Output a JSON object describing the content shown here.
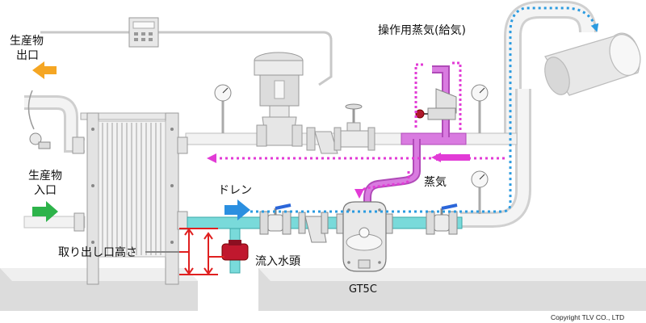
{
  "labels": {
    "product_outlet_line1": "生産物",
    "product_outlet_line2": "出口",
    "product_inlet_line1": "生産物",
    "product_inlet_line2": "入口",
    "motive_steam": "操作用蒸気(給気)",
    "steam": "蒸気",
    "drain": "ドレン",
    "outlet_height": "取り出し口高さ",
    "filling_head": "流入水頭",
    "trap_model": "GT5C",
    "copyright": "Copyright TLV CO., LTD"
  },
  "colors": {
    "orange_arrow": "#f5a623",
    "green_arrow": "#2db34a",
    "blue_arrow": "#2b8fe0",
    "magenta": "#e23bd6",
    "motive_pipe": "#c77ad0",
    "drain_pipe": "#5fd3d3",
    "dim_red": "#e02020",
    "dotted_blue": "#2b9be0"
  },
  "icons": [
    "controller-icon",
    "control-valve-icon",
    "pressure-gauge-icon",
    "gate-valve-icon",
    "globe-valve-icon",
    "strainer-icon",
    "ball-valve-icon",
    "check-valve-icon",
    "pump-trap-icon",
    "receiver-tank-icon",
    "heat-exchanger-icon"
  ]
}
